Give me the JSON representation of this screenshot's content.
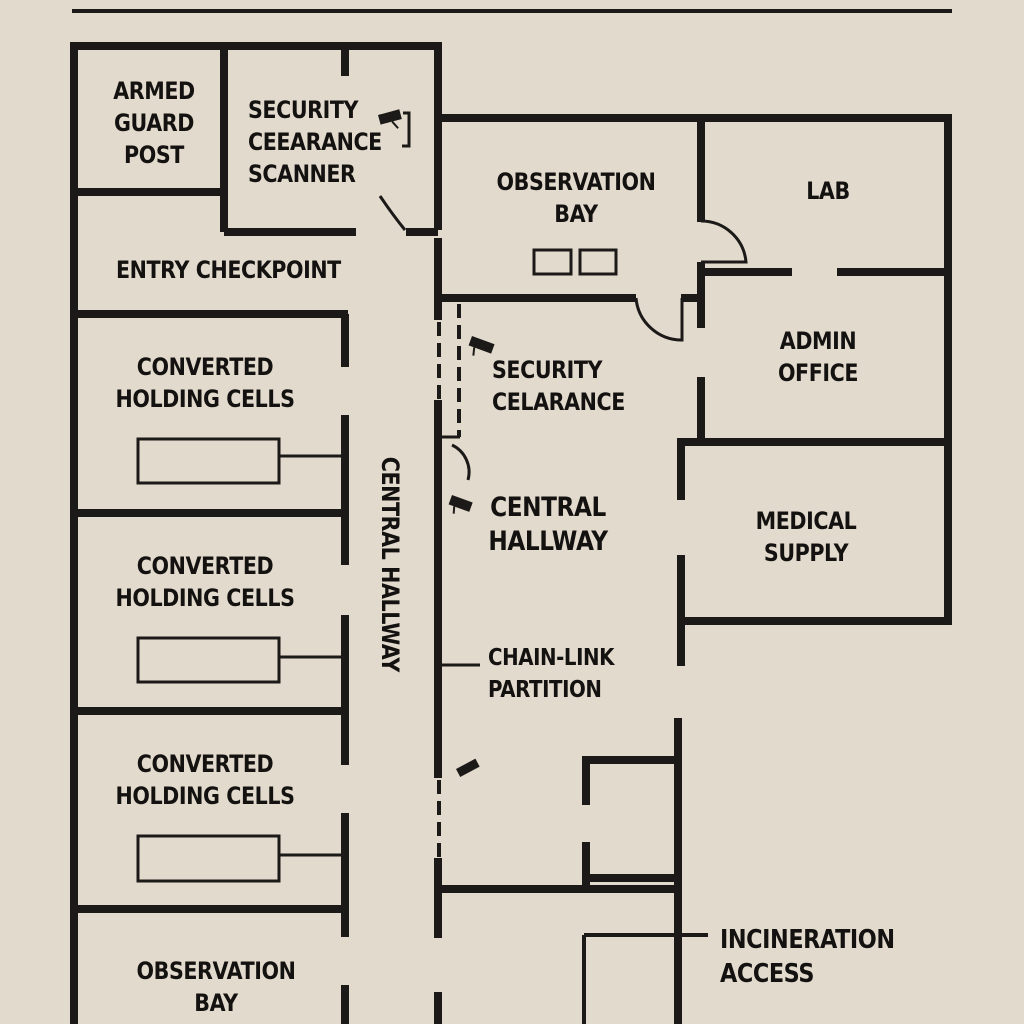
{
  "title": "Facility Floor Plan",
  "colors": {
    "background": "#e3dace",
    "wall": "#1c1a18",
    "text": "#141210"
  },
  "rooms": {
    "armed_guard_post": [
      "ARMED",
      "GUARD",
      "POST"
    ],
    "security_clearance_scanner": [
      "SECURITY",
      "CEEARANCE",
      "SCANNER"
    ],
    "entry_checkpoint": "ENTRY CHECKPOINT",
    "observation_bay_top": [
      "OBSERVATION",
      "BAY"
    ],
    "lab": "LAB",
    "admin_office": [
      "ADMIN",
      "OFFICE"
    ],
    "security_clearance": [
      "SECURITY",
      "CELARANCE"
    ],
    "central_hallway": [
      "CENTRAL",
      "HALLWAY"
    ],
    "central_hallway_vertical": "CENTRAL HALLWAY",
    "medical_supply": [
      "MEDICAL",
      "SUPPLY"
    ],
    "chain_link_partition": [
      "CHAIN-LINK",
      "PARTITION"
    ],
    "incineration_access": [
      "INCINERATION",
      "ACCESS"
    ],
    "holding_cells": [
      [
        "CONVERTED",
        "HOLDING CELLS"
      ],
      [
        "CONVERTED",
        "HOLDING CELLS"
      ],
      [
        "CONVERTED",
        "HOLDING CELLS"
      ]
    ],
    "observation_bay_bottom": [
      "OBSERVATION",
      "BAY"
    ]
  },
  "icons": [
    "security-camera-icon",
    "door-swing-icon",
    "bed-icon",
    "monitor-icon"
  ]
}
